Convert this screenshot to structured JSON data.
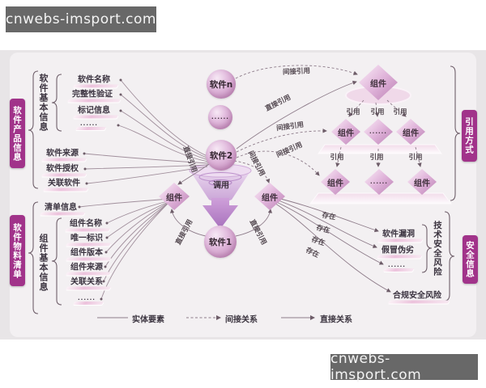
{
  "watermark": {
    "text": "cnwebs-imsport.com"
  },
  "colors": {
    "group_box": "#a1338a",
    "sphere_pink": "#cf9cc8",
    "diamond_pink": "#e0b4da",
    "line": "#8d7b89",
    "background_band": "#e8e5e7"
  },
  "left_product": {
    "group_label": "软件产品信息",
    "basic_group_label": "软件基本信息",
    "basic_items": [
      "软件名称",
      "完整性验证",
      "标记信息",
      "......"
    ],
    "other_items": [
      "软件来源",
      "软件授权",
      "关联软件"
    ]
  },
  "left_bom": {
    "group_label": "软件物料清单",
    "list_item": "清单信息",
    "component_group_label": "组件基本信息",
    "items": [
      "组件名称",
      "唯一标识",
      "组件版本",
      "组件来源",
      "关联关系",
      "......"
    ]
  },
  "center": {
    "software_top": "软件n",
    "software_dots": "......",
    "software_mid": "软件2",
    "software_bottom": "软件1",
    "component_left": "组件",
    "component_right": "组件"
  },
  "pyramid": {
    "group_label": "引用方式",
    "top": "组件",
    "row2": [
      "组件",
      "......",
      "组件"
    ],
    "row3": [
      "组件",
      "......",
      "组件"
    ]
  },
  "security": {
    "group_label": "安全信息",
    "risk_group_label": "技术安全风险",
    "risks": [
      "软件漏洞",
      "假冒伪劣",
      "......"
    ],
    "compliance_risk": "合规安全风险"
  },
  "edge_labels": {
    "indirect_ref": "间接引用",
    "direct_ref": "直接引用",
    "ref": "引用",
    "exist": "存在",
    "call": "调用"
  },
  "legend": {
    "entity": "实体要素",
    "indirect": "间接关系",
    "direct": "直接关系"
  }
}
